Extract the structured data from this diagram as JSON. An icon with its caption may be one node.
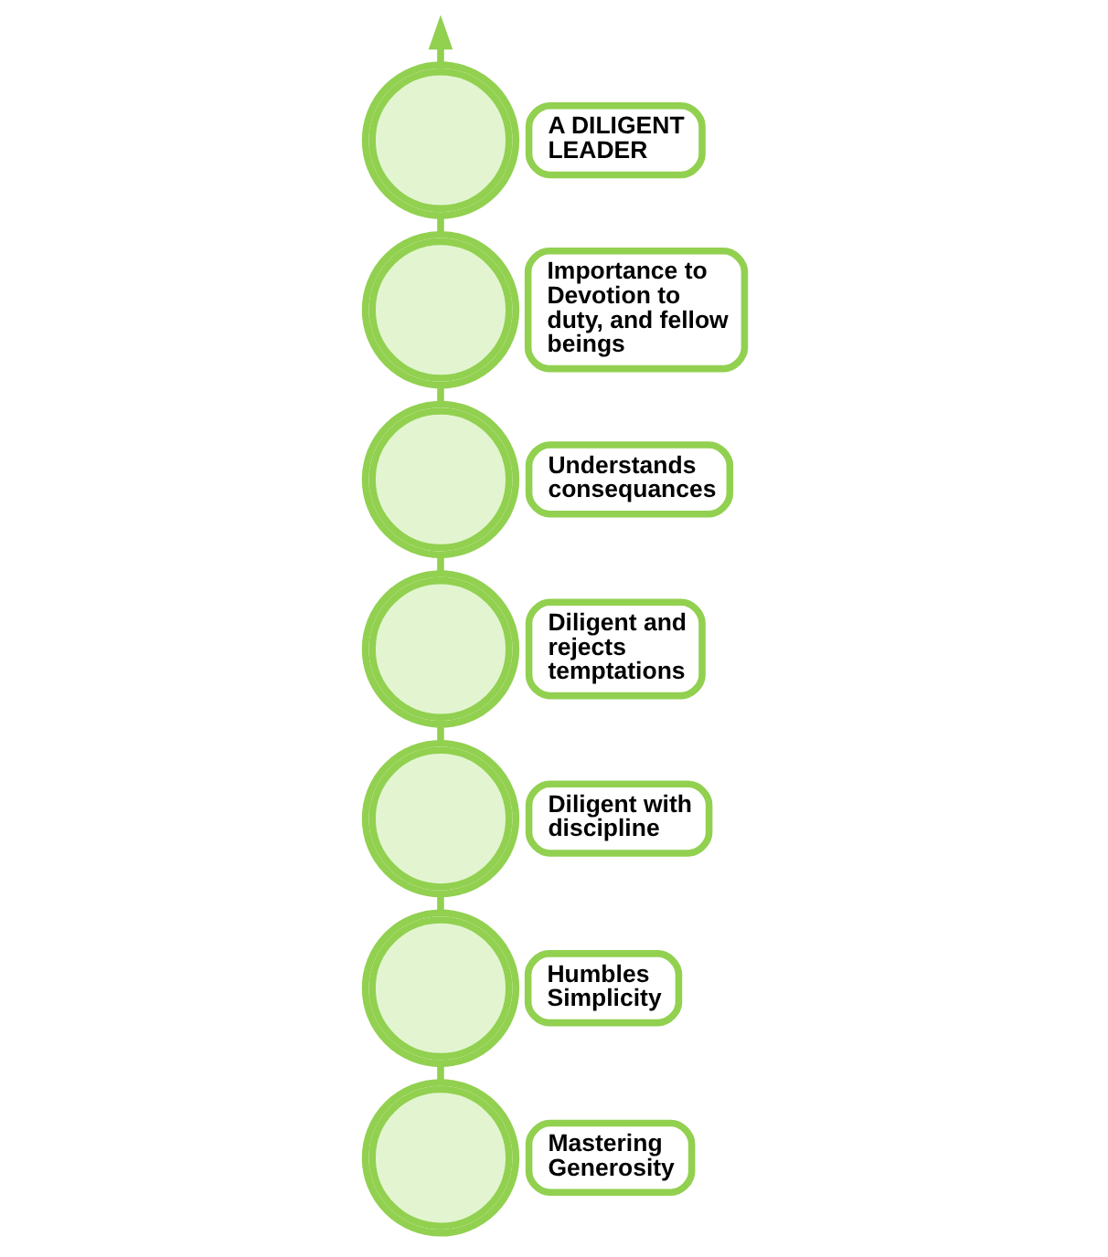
{
  "diagram": {
    "nodes": [
      {
        "text": [],
        "shape": "circle"
      },
      {
        "text": [
          "A DILIGENT LEADER"
        ]
      },
      {
        "text": [],
        "shape": "circle"
      },
      {
        "text": [
          "Importance to Devotion to duty, and fellow beings"
        ]
      },
      {
        "text": [],
        "shape": "circle"
      },
      {
        "text": [
          "Understands consequances"
        ]
      },
      {
        "text": [],
        "shape": "circle"
      },
      {
        "text": [
          "Diligent and rejects temptations"
        ]
      },
      {
        "text": [],
        "shape": "circle"
      },
      {
        "text": [
          "Diligent with discipline"
        ]
      },
      {
        "text": [],
        "shape": "circle"
      },
      {
        "text": [
          "Humbles Simplicity"
        ]
      },
      {
        "text": [],
        "shape": "circle"
      },
      {
        "text": [
          "Mastering Generosity"
        ]
      }
    ],
    "edges": [
      {
        "from": 12,
        "to": 10,
        "arrow": "none"
      },
      {
        "from": 10,
        "to": 8,
        "arrow": "none"
      },
      {
        "from": 8,
        "to": 6,
        "arrow": "none"
      },
      {
        "from": 6,
        "to": 4,
        "arrow": "none"
      },
      {
        "from": 4,
        "to": 2,
        "arrow": "none"
      },
      {
        "from": 2,
        "to": 0,
        "arrow": "none"
      },
      {
        "from": 0,
        "to": null,
        "arrow": "to"
      }
    ]
  }
}
